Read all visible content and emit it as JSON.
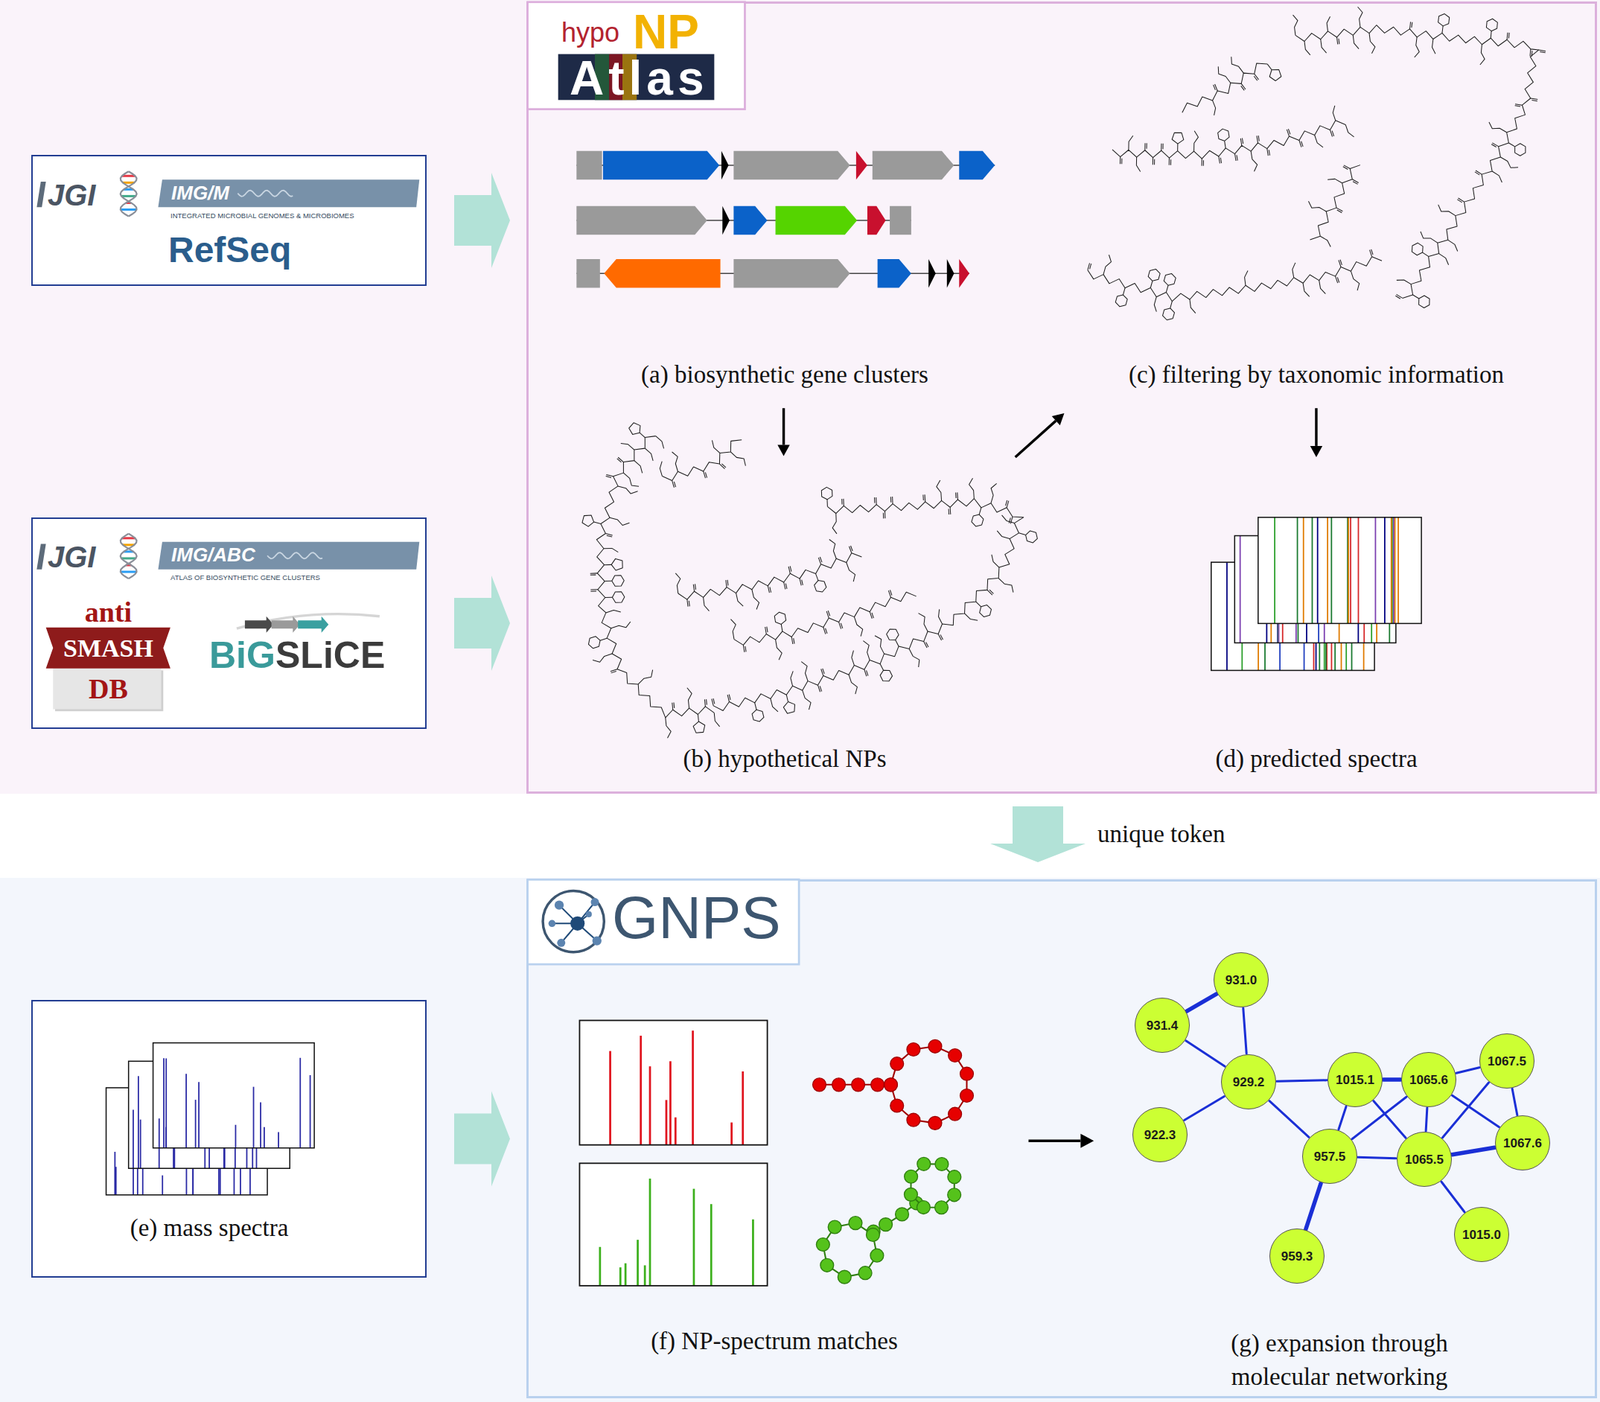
{
  "diagram": {
    "nodes": [
      {
        "text": [
          "hypo",
          "NP",
          "Atlas"
        ]
      },
      {
        "text": [
          "JGI",
          "IMG/M",
          "INTEGRATED MICROBIAL GENOMES & MICROBIOMES",
          "RefSeq"
        ]
      },
      {
        "text": [
          "JGI",
          "IMG/ABC",
          "ATLAS OF BIOSYNTHETIC GENE CLUSTERS",
          "anti",
          "SMASH",
          "DB",
          "BiG",
          "SLiCE"
        ]
      },
      {
        "text": [
          "(e) mass spectra"
        ]
      },
      {
        "text": [
          "GNPS"
        ]
      },
      {
        "text": [
          "931.0"
        ],
        "in": 4
      },
      {
        "text": [
          "931.4"
        ],
        "in": 4
      },
      {
        "text": [
          "929.2"
        ],
        "in": 4
      },
      {
        "text": [
          "922.3"
        ],
        "in": 4
      },
      {
        "text": [
          "1015.1"
        ],
        "in": 4
      },
      {
        "text": [
          "1065.6"
        ],
        "in": 4
      },
      {
        "text": [
          "1067.5"
        ],
        "in": 4
      },
      {
        "text": [
          "957.5"
        ],
        "in": 4
      },
      {
        "text": [
          "1065.5"
        ],
        "in": 4
      },
      {
        "text": [
          "1067.6"
        ],
        "in": 4
      },
      {
        "text": [
          "959.3"
        ],
        "in": 4
      },
      {
        "text": [
          "1015.0"
        ],
        "in": 4
      }
    ],
    "edges": [
      {
        "from": 1,
        "to": 0,
        "arrow": "to"
      },
      {
        "from": 2,
        "to": 0,
        "arrow": "to"
      },
      {
        "from": 3,
        "to": 4,
        "arrow": "to"
      },
      {
        "from": 0,
        "to": 4,
        "label": "unique token",
        "arrow": "to"
      },
      {
        "from": 5,
        "to": 6,
        "arrow": "none"
      },
      {
        "from": 5,
        "to": 7,
        "arrow": "none"
      },
      {
        "from": 6,
        "to": 7,
        "arrow": "none"
      },
      {
        "from": 8,
        "to": 7,
        "arrow": "none"
      },
      {
        "from": 7,
        "to": 9,
        "arrow": "none"
      },
      {
        "from": 7,
        "to": 12,
        "arrow": "none"
      },
      {
        "from": 9,
        "to": 10,
        "arrow": "none"
      },
      {
        "from": 9,
        "to": 12,
        "arrow": "none"
      },
      {
        "from": 9,
        "to": 13,
        "arrow": "none"
      },
      {
        "from": 10,
        "to": 12,
        "arrow": "none"
      },
      {
        "from": 10,
        "to": 13,
        "arrow": "none"
      },
      {
        "from": 10,
        "to": 11,
        "arrow": "none"
      },
      {
        "from": 10,
        "to": 14,
        "arrow": "none"
      },
      {
        "from": 11,
        "to": 13,
        "arrow": "none"
      },
      {
        "from": 11,
        "to": 14,
        "arrow": "none"
      },
      {
        "from": 12,
        "to": 13,
        "arrow": "none"
      },
      {
        "from": 12,
        "to": 15,
        "arrow": "none"
      },
      {
        "from": 13,
        "to": 14,
        "arrow": "none"
      },
      {
        "from": 13,
        "to": 16,
        "arrow": "none"
      }
    ],
    "labels": [
      "(a) biosynthetic gene clusters",
      "(b) hypothetical NPs",
      "(c) filtering by taxonomic information",
      "(d) predicted spectra",
      "(f) NP-spectrum matches",
      "(g) expansion through molecular networking"
    ]
  }
}
